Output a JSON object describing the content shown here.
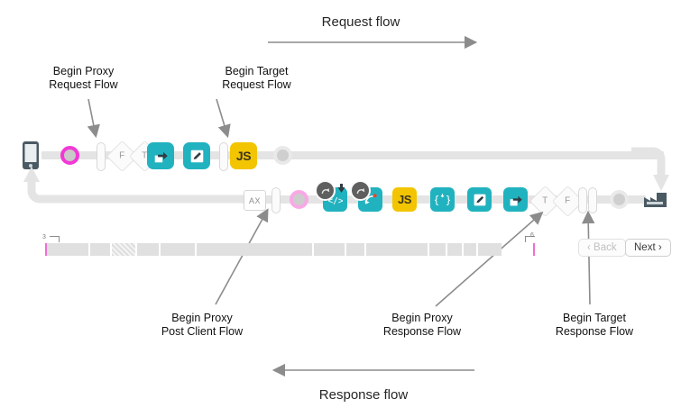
{
  "diagram": {
    "title_top": "Request flow",
    "title_bottom": "Response flow",
    "callouts": {
      "begin_proxy_request": "Begin Proxy\nRequest Flow",
      "begin_proxy_request_l1": "Begin Proxy",
      "begin_proxy_request_l2": "Request Flow",
      "begin_target_request_l1": "Begin Target",
      "begin_target_request_l2": "Request Flow",
      "begin_proxy_post_client_l1": "Begin Proxy",
      "begin_proxy_post_client_l2": "Post Client Flow",
      "begin_proxy_response_l1": "Begin Proxy",
      "begin_proxy_response_l2": "Response Flow",
      "begin_target_response_l1": "Begin Target",
      "begin_target_response_l2": "Response Flow"
    },
    "colors": {
      "teal": "#21b2bf",
      "yellow": "#f2c500",
      "magenta": "#f238d5",
      "magenta_soft": "#f9a8e6",
      "rail": "#e4e4e4",
      "arrow_grey": "#8c8c8c",
      "target_dark": "#4a5a63"
    },
    "request_row": {
      "nodes": [
        {
          "name": "client-device-icon",
          "type": "phone",
          "label": ""
        },
        {
          "name": "begin-proxy-request-dot",
          "type": "dot-pink",
          "label": ""
        },
        {
          "name": "flow-separator-1",
          "type": "pill",
          "label": ""
        },
        {
          "name": "condition-false-1",
          "type": "diamond",
          "label": "F"
        },
        {
          "name": "condition-true-1",
          "type": "diamond",
          "label": "T"
        },
        {
          "name": "policy-route-1",
          "type": "box-teal",
          "label": "route-icon"
        },
        {
          "name": "policy-assign-message-1",
          "type": "box-teal",
          "label": "pencil-icon"
        },
        {
          "name": "flow-separator-2",
          "type": "pill",
          "label": ""
        },
        {
          "name": "policy-javascript-1",
          "type": "box-yellow",
          "label": "JS"
        },
        {
          "name": "endpoint-dot-1",
          "type": "dot-grey",
          "label": ""
        }
      ]
    },
    "response_row": {
      "nodes": [
        {
          "name": "analytics-box",
          "type": "axbox",
          "label": "AX"
        },
        {
          "name": "flow-separator-3",
          "type": "pill",
          "label": ""
        },
        {
          "name": "begin-proxy-post-client-dot",
          "type": "dot-pink-soft",
          "label": ""
        },
        {
          "name": "policy-extract-variables",
          "type": "box-teal",
          "label": "code-icon"
        },
        {
          "name": "policy-raise-fault",
          "type": "box-teal",
          "label": "arrow-curve-icon"
        },
        {
          "name": "policy-javascript-2",
          "type": "box-yellow",
          "label": "JS"
        },
        {
          "name": "policy-json-threat",
          "type": "box-teal",
          "label": "braces-icon"
        },
        {
          "name": "policy-assign-message-2",
          "type": "box-teal",
          "label": "pencil-icon"
        },
        {
          "name": "policy-route-2",
          "type": "box-teal",
          "label": "route-icon"
        },
        {
          "name": "condition-true-2",
          "type": "diamond",
          "label": "T"
        },
        {
          "name": "condition-false-2",
          "type": "diamond",
          "label": "F"
        },
        {
          "name": "flow-separator-4",
          "type": "pill",
          "label": ""
        },
        {
          "name": "flow-separator-5",
          "type": "pill",
          "label": ""
        },
        {
          "name": "endpoint-dot-2",
          "type": "dot-grey",
          "label": ""
        },
        {
          "name": "target-server-icon",
          "type": "factory",
          "label": ""
        }
      ]
    },
    "timeline": {
      "left_tick": "3",
      "right_tick": "6",
      "segments": [
        {
          "w": 48,
          "hatch": false
        },
        {
          "w": 22,
          "hatch": false
        },
        {
          "w": 26,
          "hatch": true
        },
        {
          "w": 24,
          "hatch": false
        },
        {
          "w": 38,
          "hatch": false
        },
        {
          "w": 128,
          "hatch": false
        },
        {
          "w": 34,
          "hatch": false
        },
        {
          "w": 20,
          "hatch": false
        },
        {
          "w": 68,
          "hatch": false
        },
        {
          "w": 18,
          "hatch": false
        },
        {
          "w": 16,
          "hatch": false
        },
        {
          "w": 14,
          "hatch": false
        },
        {
          "w": 26,
          "hatch": false
        }
      ]
    },
    "pager": {
      "back_label": "‹ Back",
      "next_label": "Next ›"
    }
  }
}
